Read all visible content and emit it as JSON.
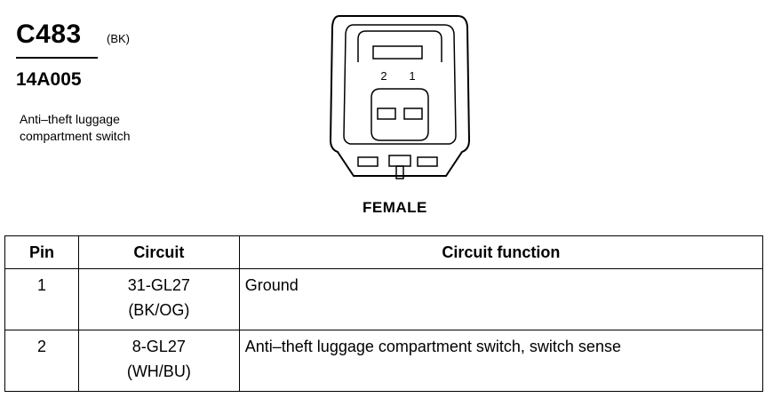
{
  "connector": {
    "id": "C483",
    "color_code": "(BK)",
    "part_number": "14A005",
    "description_lines": [
      "Anti–theft luggage",
      "compartment switch"
    ],
    "view_label": "FEMALE",
    "pin_labels": [
      "2",
      "1"
    ]
  },
  "table": {
    "headers": [
      "Pin",
      "Circuit",
      "Circuit function"
    ],
    "rows": [
      {
        "pin": "1",
        "circuit": "31-GL27",
        "wire_color": "(BK/OG)",
        "function": "Ground"
      },
      {
        "pin": "2",
        "circuit": "8-GL27",
        "wire_color": "(WH/BU)",
        "function": "Anti–theft luggage compartment switch, switch sense"
      }
    ]
  }
}
